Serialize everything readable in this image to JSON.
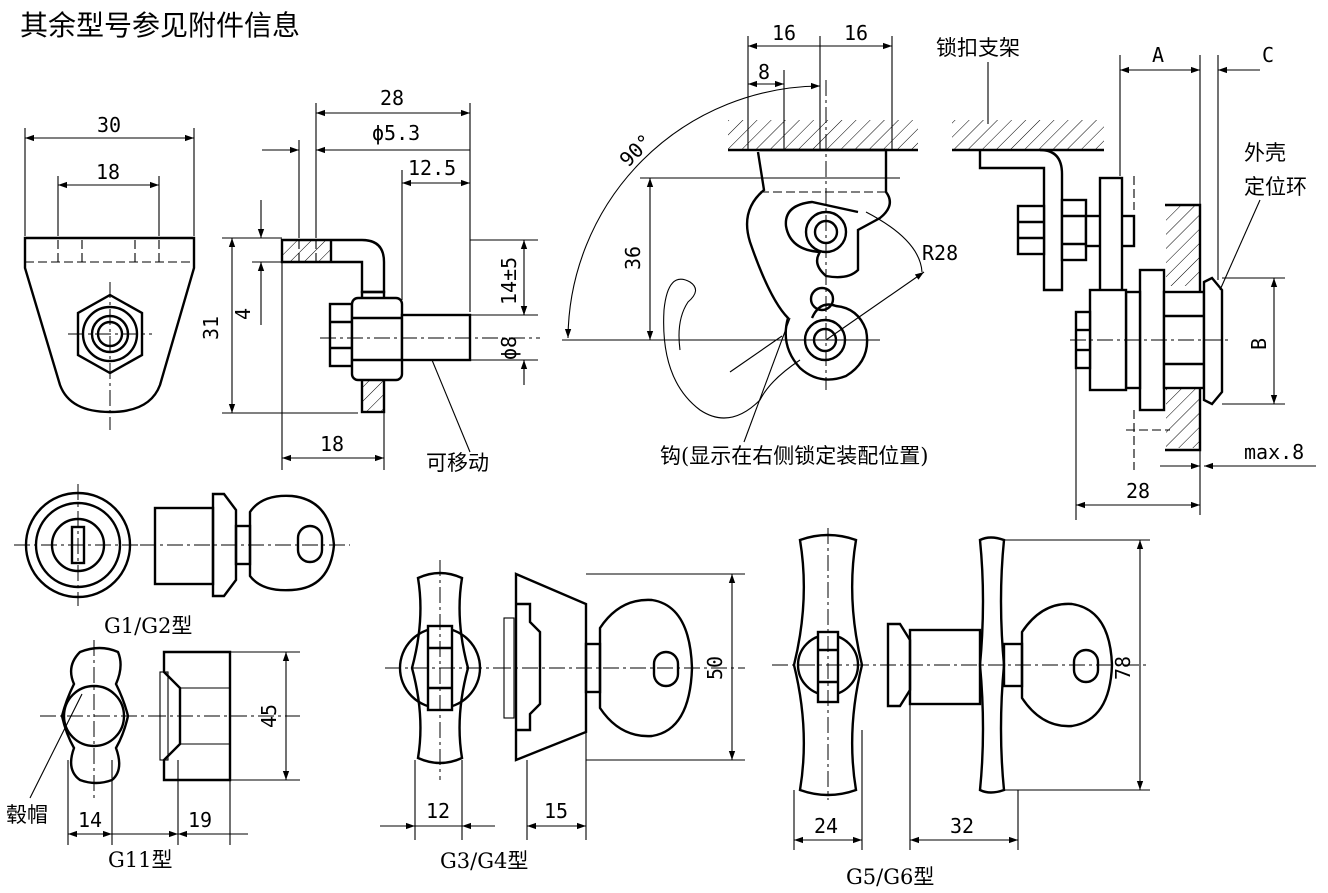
{
  "title": "其余型号参见附件信息",
  "dims": {
    "d30": "30",
    "d18a": "18",
    "d28": "28",
    "d53": "ϕ5.3",
    "d125": "12.5",
    "d14pm5": "14±5",
    "d8dia": "ϕ8",
    "d31": "31",
    "d4": "4",
    "d18b": "18",
    "d16a": "16",
    "d16b": "16",
    "d8": "8",
    "d90": "90°",
    "d36": "36",
    "r28": "R28",
    "dA": "A",
    "dC": "C",
    "dB": "B",
    "dmax8": "max.8",
    "d28b": "28",
    "d45": "45",
    "d14": "14",
    "d19": "19",
    "d50": "50",
    "d12": "12",
    "d15": "15",
    "d78": "78",
    "d24": "24",
    "d32": "32"
  },
  "labels": {
    "movable": "可移动",
    "hook": "钩(显示在右侧锁定装配位置)",
    "bracket": "锁扣支架",
    "shell": "外壳",
    "ring": "定位环",
    "hub_cap": "毂帽",
    "g1g2": "G1/G2型",
    "g11": "G11型",
    "g3g4": "G3/G4型",
    "g5g6": "G5/G6型"
  }
}
